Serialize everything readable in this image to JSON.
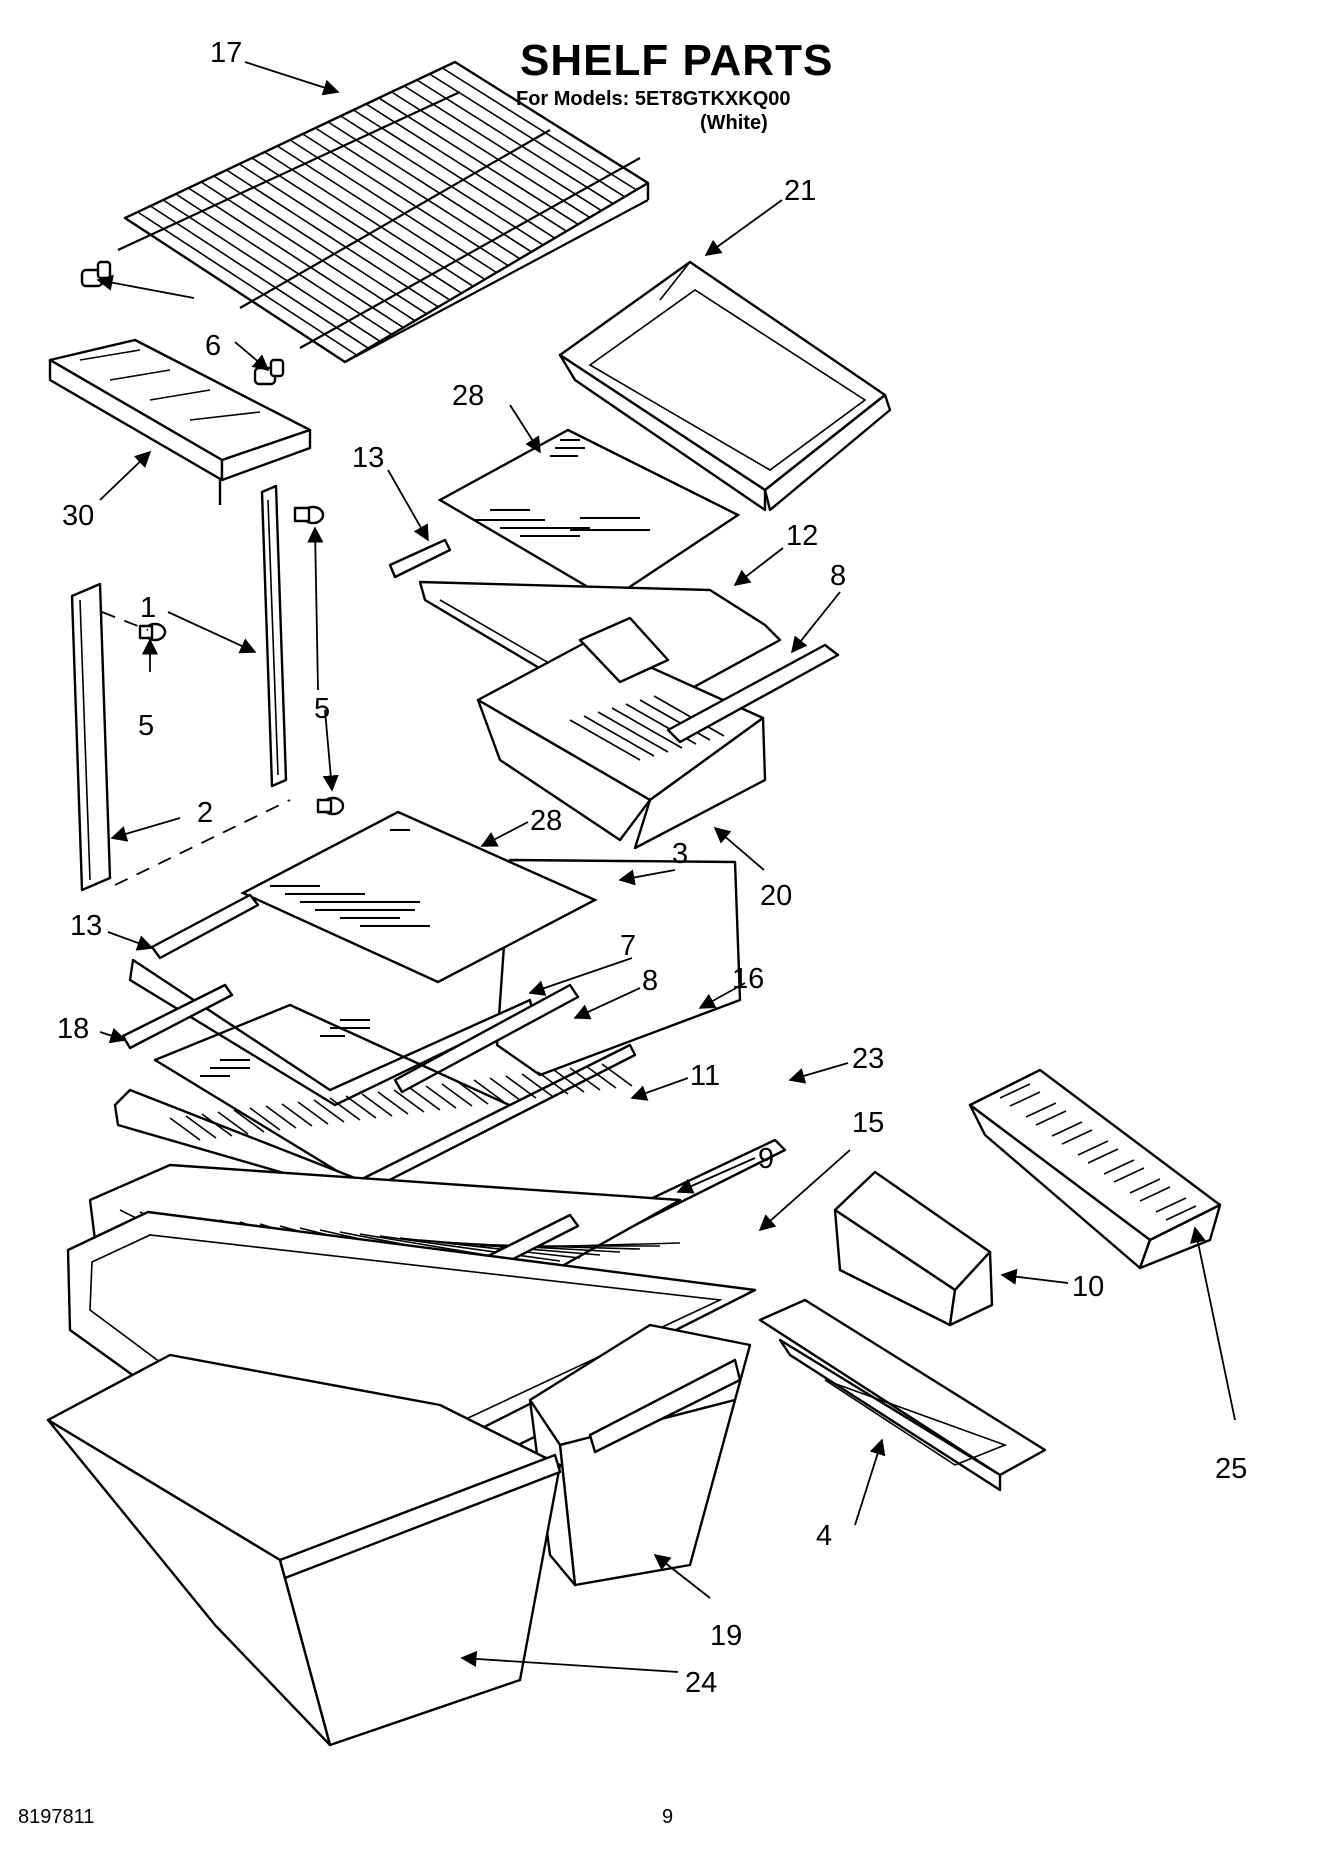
{
  "header": {
    "title": "SHELF PARTS",
    "models_line": "For Models: 5ET8GTKXKQ00",
    "color_line": "(White)"
  },
  "footer": {
    "doc_number": "8197811",
    "page_number": "9"
  },
  "callouts": {
    "n1": "1",
    "n2": "2",
    "n3": "3",
    "n4": "4",
    "n5a": "5",
    "n5b": "5",
    "n6": "6",
    "n7": "7",
    "n8a": "8",
    "n8b": "8",
    "n9": "9",
    "n10": "10",
    "n11": "11",
    "n12": "12",
    "n13a": "13",
    "n13b": "13",
    "n15": "15",
    "n16": "16",
    "n17": "17",
    "n18": "18",
    "n19": "19",
    "n20": "20",
    "n21": "21",
    "n23": "23",
    "n24": "24",
    "n25": "25",
    "n28a": "28",
    "n28b": "28",
    "n30": "30"
  }
}
